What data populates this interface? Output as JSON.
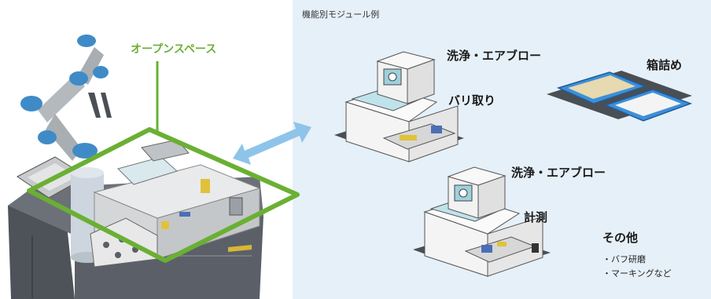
{
  "colors": {
    "panel_bg": "#e6f0f8",
    "open_space_green": "#6ab033",
    "arrow_blue": "#8fc4ea",
    "tray_blue": "#3d8fd8",
    "robot_arm": "#a9aeb3",
    "robot_joint": "#3f8bc7"
  },
  "open_space_label": "オープンスペース",
  "panel": {
    "title": "機能別モジュール例",
    "modules": [
      {
        "labels": [
          "洗浄・エアブロー",
          "バリ取り"
        ]
      },
      {
        "labels": [
          "箱詰め"
        ]
      },
      {
        "labels": [
          "洗浄・エアブロー",
          "計測"
        ]
      }
    ],
    "other": {
      "title": "その他",
      "items": [
        "・バフ研磨",
        "・マーキングなど"
      ]
    }
  }
}
